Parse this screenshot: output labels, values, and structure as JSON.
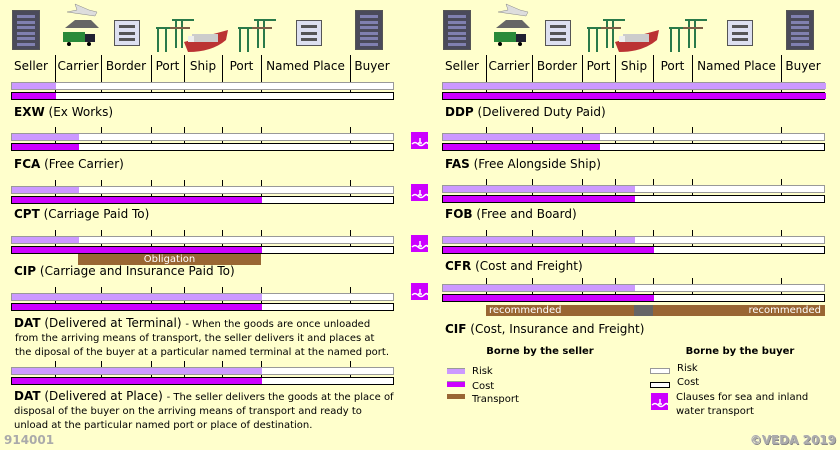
{
  "colors": {
    "background": "#ffffcc",
    "risk": "#cc99ff",
    "cost": "#cc00ff",
    "transport": "#996633",
    "gap": "#666666"
  },
  "stages": [
    "Seller",
    "Carrier",
    "Border",
    "Port",
    "Ship",
    "Port",
    "Named Place",
    "Buyer"
  ],
  "left_terms": [
    {
      "code": "EXW",
      "name": "(Ex Works)",
      "risk": 1,
      "cost": 1
    },
    {
      "code": "FCA",
      "name": "(Free Carrier)",
      "risk": 1.5,
      "cost": 1.5
    },
    {
      "code": "CPT",
      "name": "(Carriage Paid To)",
      "risk": 1.5,
      "cost": 6
    },
    {
      "code": "CIP",
      "name": "(Carriage and Insurance Paid To)",
      "risk": 1.5,
      "cost": 6,
      "obligation": {
        "label": "Obligation",
        "from": 1.5,
        "to": 6
      }
    },
    {
      "code": "DAT",
      "name": "(Delivered at Terminal)",
      "risk": 6,
      "cost": 6,
      "desc": [
        "- When the goods are once unloaded",
        "from the arriving means of transport, the seller delivers it and places at",
        "the diposal of the buyer at a particular named terminal at the named port."
      ]
    },
    {
      "code": "DAT",
      "name": "(Delivered at Place)",
      "risk": 6,
      "cost": 6,
      "desc": [
        "- The seller delivers the goods at the place of",
        "disposal of the buyer on the arriving means of transport and ready to",
        "unload at the particular named port or place of destination."
      ]
    }
  ],
  "right_terms": [
    {
      "code": "DDP",
      "name": "(Delivered Duty Paid)",
      "risk": 8,
      "cost": 8,
      "sea": false
    },
    {
      "code": "FAS",
      "name": "(Free Alongside Ship)",
      "risk": 3.5,
      "cost": 3.5,
      "sea": true
    },
    {
      "code": "FOB",
      "name": "(Free and Board)",
      "risk": 4.5,
      "cost": 4.5,
      "sea": true
    },
    {
      "code": "CFR",
      "name": "(Cost and Freight)",
      "risk": 4.5,
      "cost": 5,
      "sea": true
    },
    {
      "code": "CIF",
      "name": "(Cost, Insurance and Freight)",
      "risk": 4.5,
      "cost": 5,
      "sea": true,
      "transport": {
        "from": 1,
        "to": 8,
        "gap_from": 4.5,
        "gap_to": 5,
        "left_label": "recommended",
        "right_label": "recommended"
      }
    }
  ],
  "legend": {
    "seller_title": "Borne by the seller",
    "buyer_title": "Borne by the buyer",
    "seller_items": [
      "Risk",
      "Cost",
      "Transport"
    ],
    "buyer_items": [
      "Risk",
      "Cost"
    ],
    "sea_label": [
      "Clauses for sea and inland",
      "water transport"
    ]
  },
  "footer": {
    "id": "914001",
    "copyright": "©VEDA 2019"
  }
}
